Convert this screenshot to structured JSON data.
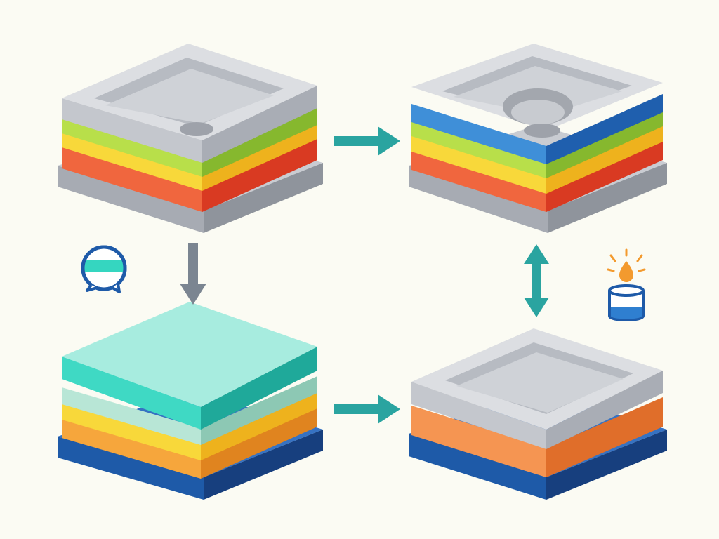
{
  "diagram": {
    "background": "#fbfbf3",
    "stacks": [
      {
        "id": "stack-top-left",
        "top": "tray",
        "top_feature": "recess-with-single-hole",
        "layers": [
          {
            "name": "lime",
            "color": "#93c83c"
          },
          {
            "name": "yellow",
            "color": "#f5c62a"
          },
          {
            "name": "red-orange",
            "color": "#ec4a2c"
          }
        ],
        "base": {
          "name": "gray-base",
          "color": "#a7abb3"
        }
      },
      {
        "id": "stack-top-right",
        "top": "tray",
        "top_feature": "recess-with-concentric-holes",
        "layers": [
          {
            "name": "blue",
            "color": "#2573c2"
          },
          {
            "name": "green",
            "color": "#8cc83a"
          },
          {
            "name": "yellow",
            "color": "#f5c62a"
          },
          {
            "name": "red-orange",
            "color": "#ec4a2c"
          }
        ],
        "base": {
          "name": "gray-base",
          "color": "#a7abb3"
        }
      },
      {
        "id": "stack-bottom-left",
        "top": "flat-slab",
        "top_feature": "none",
        "layers": [
          {
            "name": "turquoise",
            "color": "#35d6c0"
          },
          {
            "name": "pale-teal",
            "color": "#a9dccb"
          },
          {
            "name": "yellow",
            "color": "#f5c62a"
          },
          {
            "name": "orange",
            "color": "#f39a2e"
          }
        ],
        "base": {
          "name": "blue-base",
          "color": "#1e5aa8"
        }
      },
      {
        "id": "stack-bottom-right",
        "top": "tray",
        "top_feature": "recess",
        "layers": [
          {
            "name": "orange",
            "color": "#f08440"
          }
        ],
        "base": {
          "name": "blue-base",
          "color": "#1e5aa8"
        }
      }
    ],
    "arrows": [
      {
        "id": "arrow-top-right",
        "direction": "right",
        "color": "#2aa4a0"
      },
      {
        "id": "arrow-left-down",
        "direction": "down",
        "color": "#7b8591"
      },
      {
        "id": "arrow-bottom-right",
        "direction": "right",
        "color": "#2aa4a0"
      },
      {
        "id": "arrow-right-vertical",
        "direction": "up-down",
        "color": "#2aa4a0"
      }
    ],
    "icons": [
      {
        "name": "speech-bubble-icon",
        "colors": [
          "#1e5aa8",
          "#35d6c0"
        ]
      },
      {
        "name": "heated-container-icon",
        "colors": [
          "#1e5aa8",
          "#f39a2e"
        ]
      }
    ]
  }
}
